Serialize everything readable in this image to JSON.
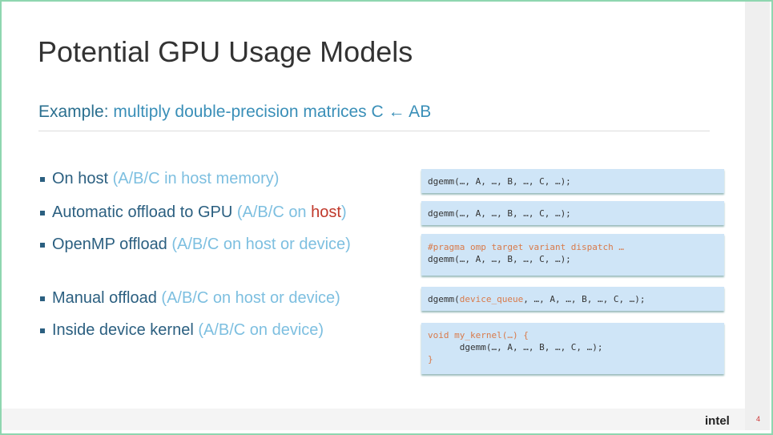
{
  "title": "Potential GPU Usage Models",
  "subtitle": {
    "label": "Example:",
    "text": " multiply double-precision matrices C ← AB"
  },
  "bullets": [
    {
      "main": "On host ",
      "paren": "(A/B/C in host memory)"
    },
    {
      "main": "Automatic offload to GPU ",
      "paren_a": "(A/B/C on ",
      "red": "host",
      "paren_b": ")"
    },
    {
      "main": "OpenMP offload ",
      "paren": "(A/B/C on host or device)"
    },
    {
      "main": "Manual offload ",
      "paren": "(A/B/C on host or device)"
    },
    {
      "main": "Inside device kernel ",
      "paren": "(A/B/C on device)"
    }
  ],
  "code": {
    "c1": "dgemm(…, A, …, B, …, C, …);",
    "c2": "dgemm(…, A, …, B, …, C, …);",
    "c3a": "#pragma omp target variant dispatch …",
    "c3b": "dgemm(…, A, …, B, …, C, …);",
    "c4a": "dgemm(",
    "c4b": "device_queue",
    "c4c": ", …, A, …, B, …, C, …);",
    "c5a": "void my_kernel(…) {",
    "c5b": "      dgemm(…, A, …, B, …, C, …);",
    "c5c": "}"
  },
  "footer": {
    "logo": "intel",
    "page": "4"
  }
}
